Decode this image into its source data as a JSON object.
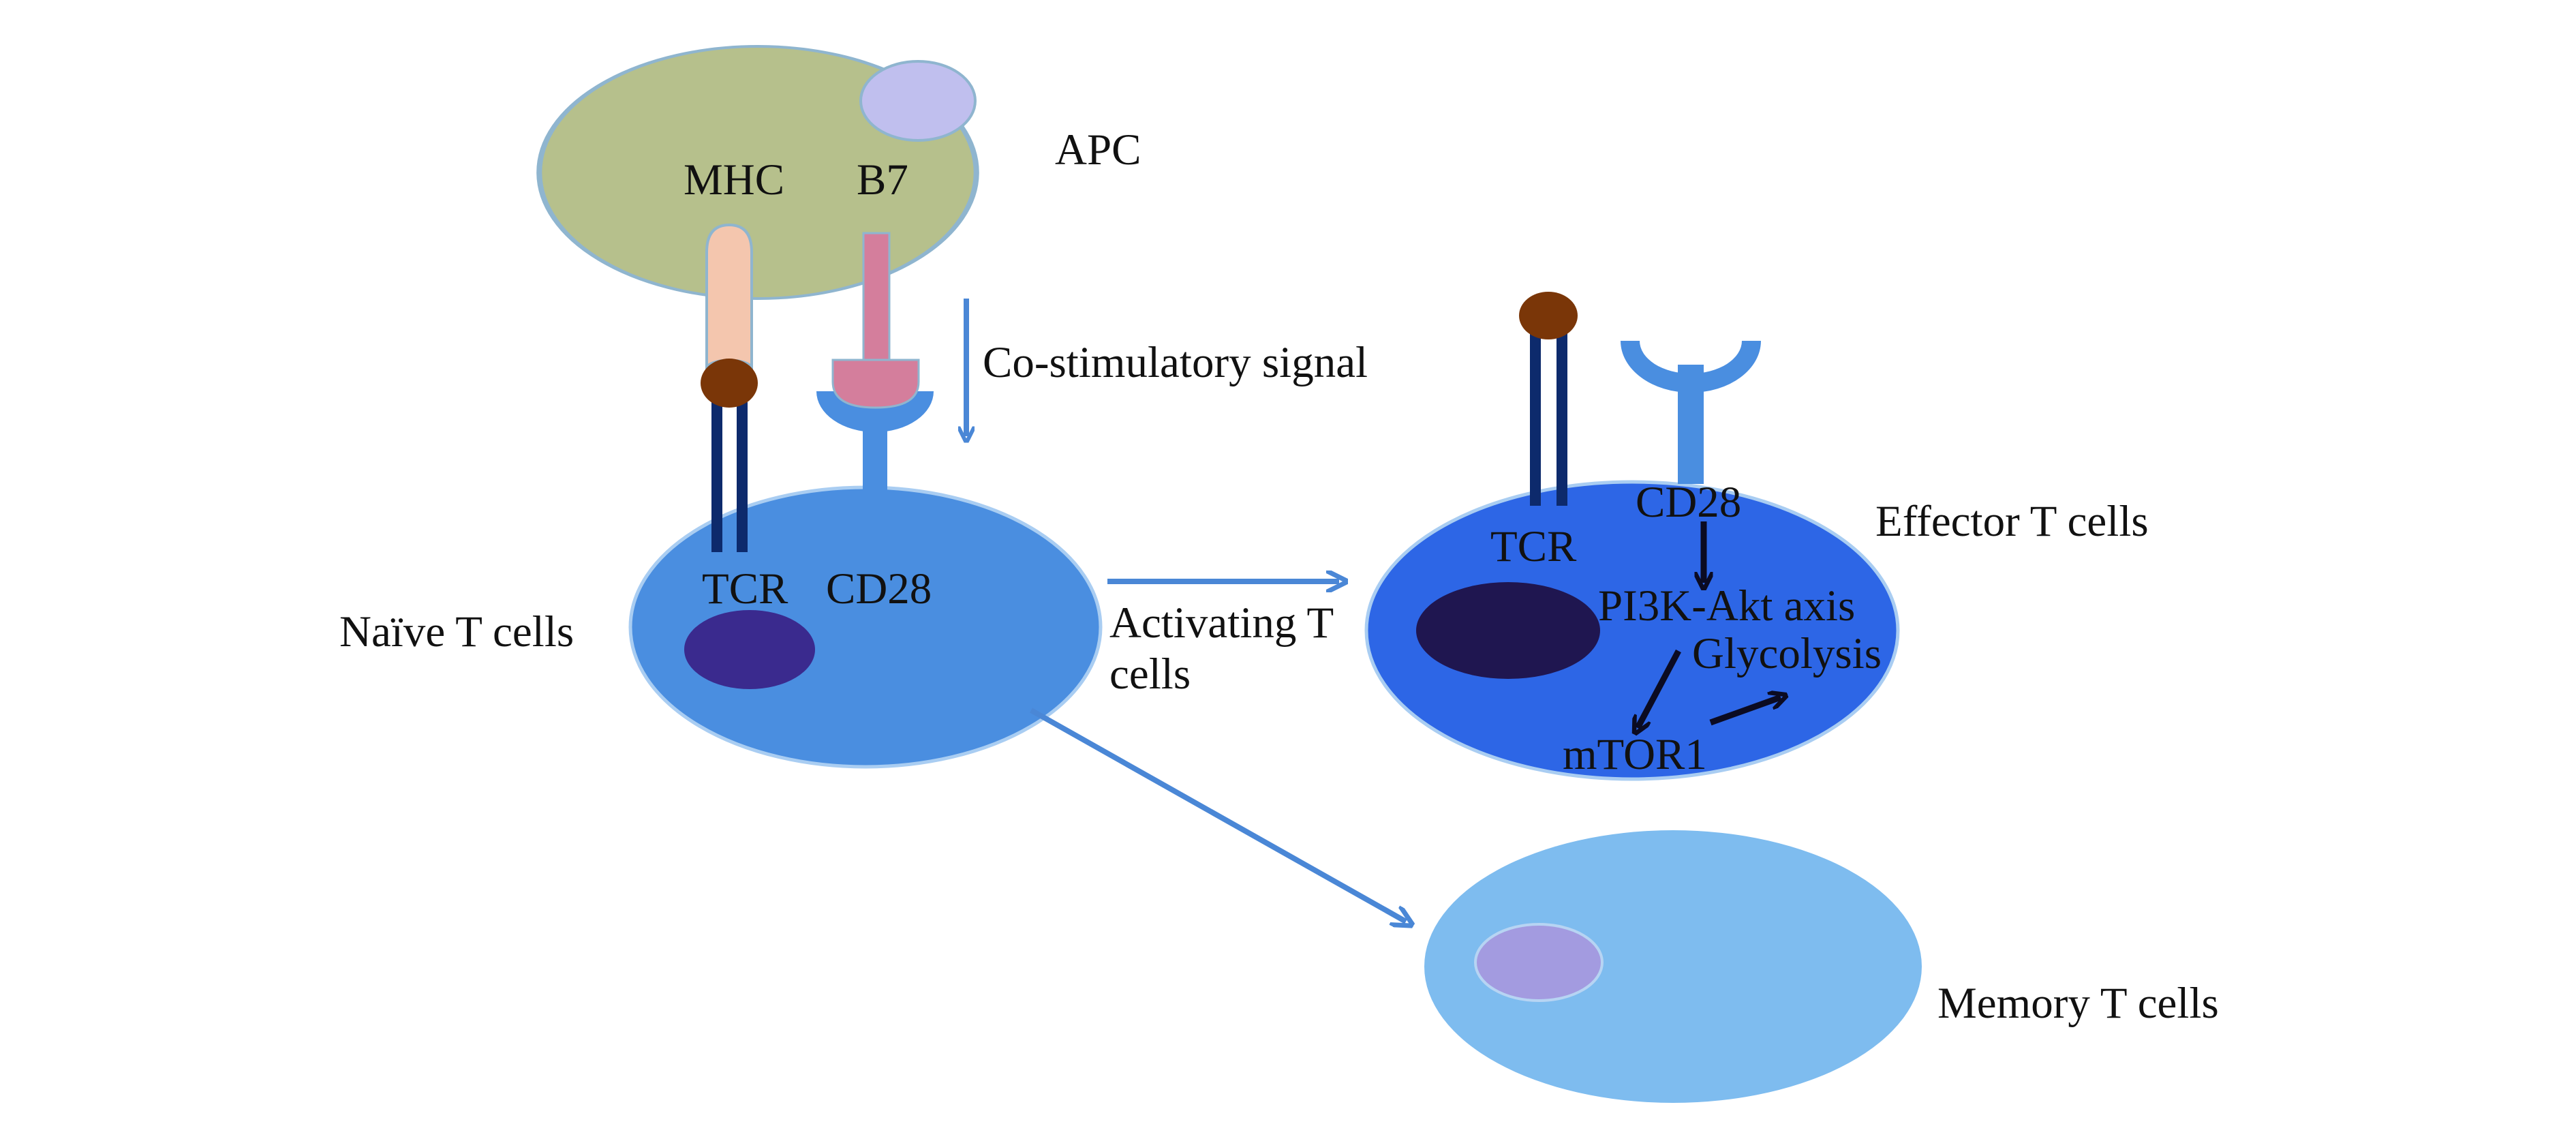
{
  "labels": {
    "apc": "APC",
    "mhc": "MHC",
    "b7": "B7",
    "costim": "Co-stimulatory signal",
    "tcr_naive": "TCR",
    "cd28_naive": "CD28",
    "naive": "Naïve T cells",
    "activating_line1": "Activating T",
    "activating_line2": "cells",
    "tcr_effector": "TCR",
    "cd28_effector": "CD28",
    "effector": "Effector T cells",
    "pi3k": "PI3K-Akt axis",
    "glycolysis": "Glycolysis",
    "mtor": "mTOR1",
    "memory": "Memory T cells"
  },
  "colors": {
    "apc_body": "#b6c08c",
    "apc_nucleus": "#c0bfee",
    "mhc": "#f4c6ae",
    "b7": "#d47e9c",
    "peptide": "#7a3608",
    "receptor_dark": "#0d2a6c",
    "cd28": "#4a8ee0",
    "naive_body": "#4a8ee0",
    "naive_nucleus": "#3a2a8e",
    "effector_body": "#2d66e6",
    "effector_nucleus": "#1f1650",
    "memory_body": "#7ebcef",
    "memory_nucleus": "#a39be0",
    "arrow": "#4a87d6",
    "black_arrow": "#0b0b22"
  }
}
